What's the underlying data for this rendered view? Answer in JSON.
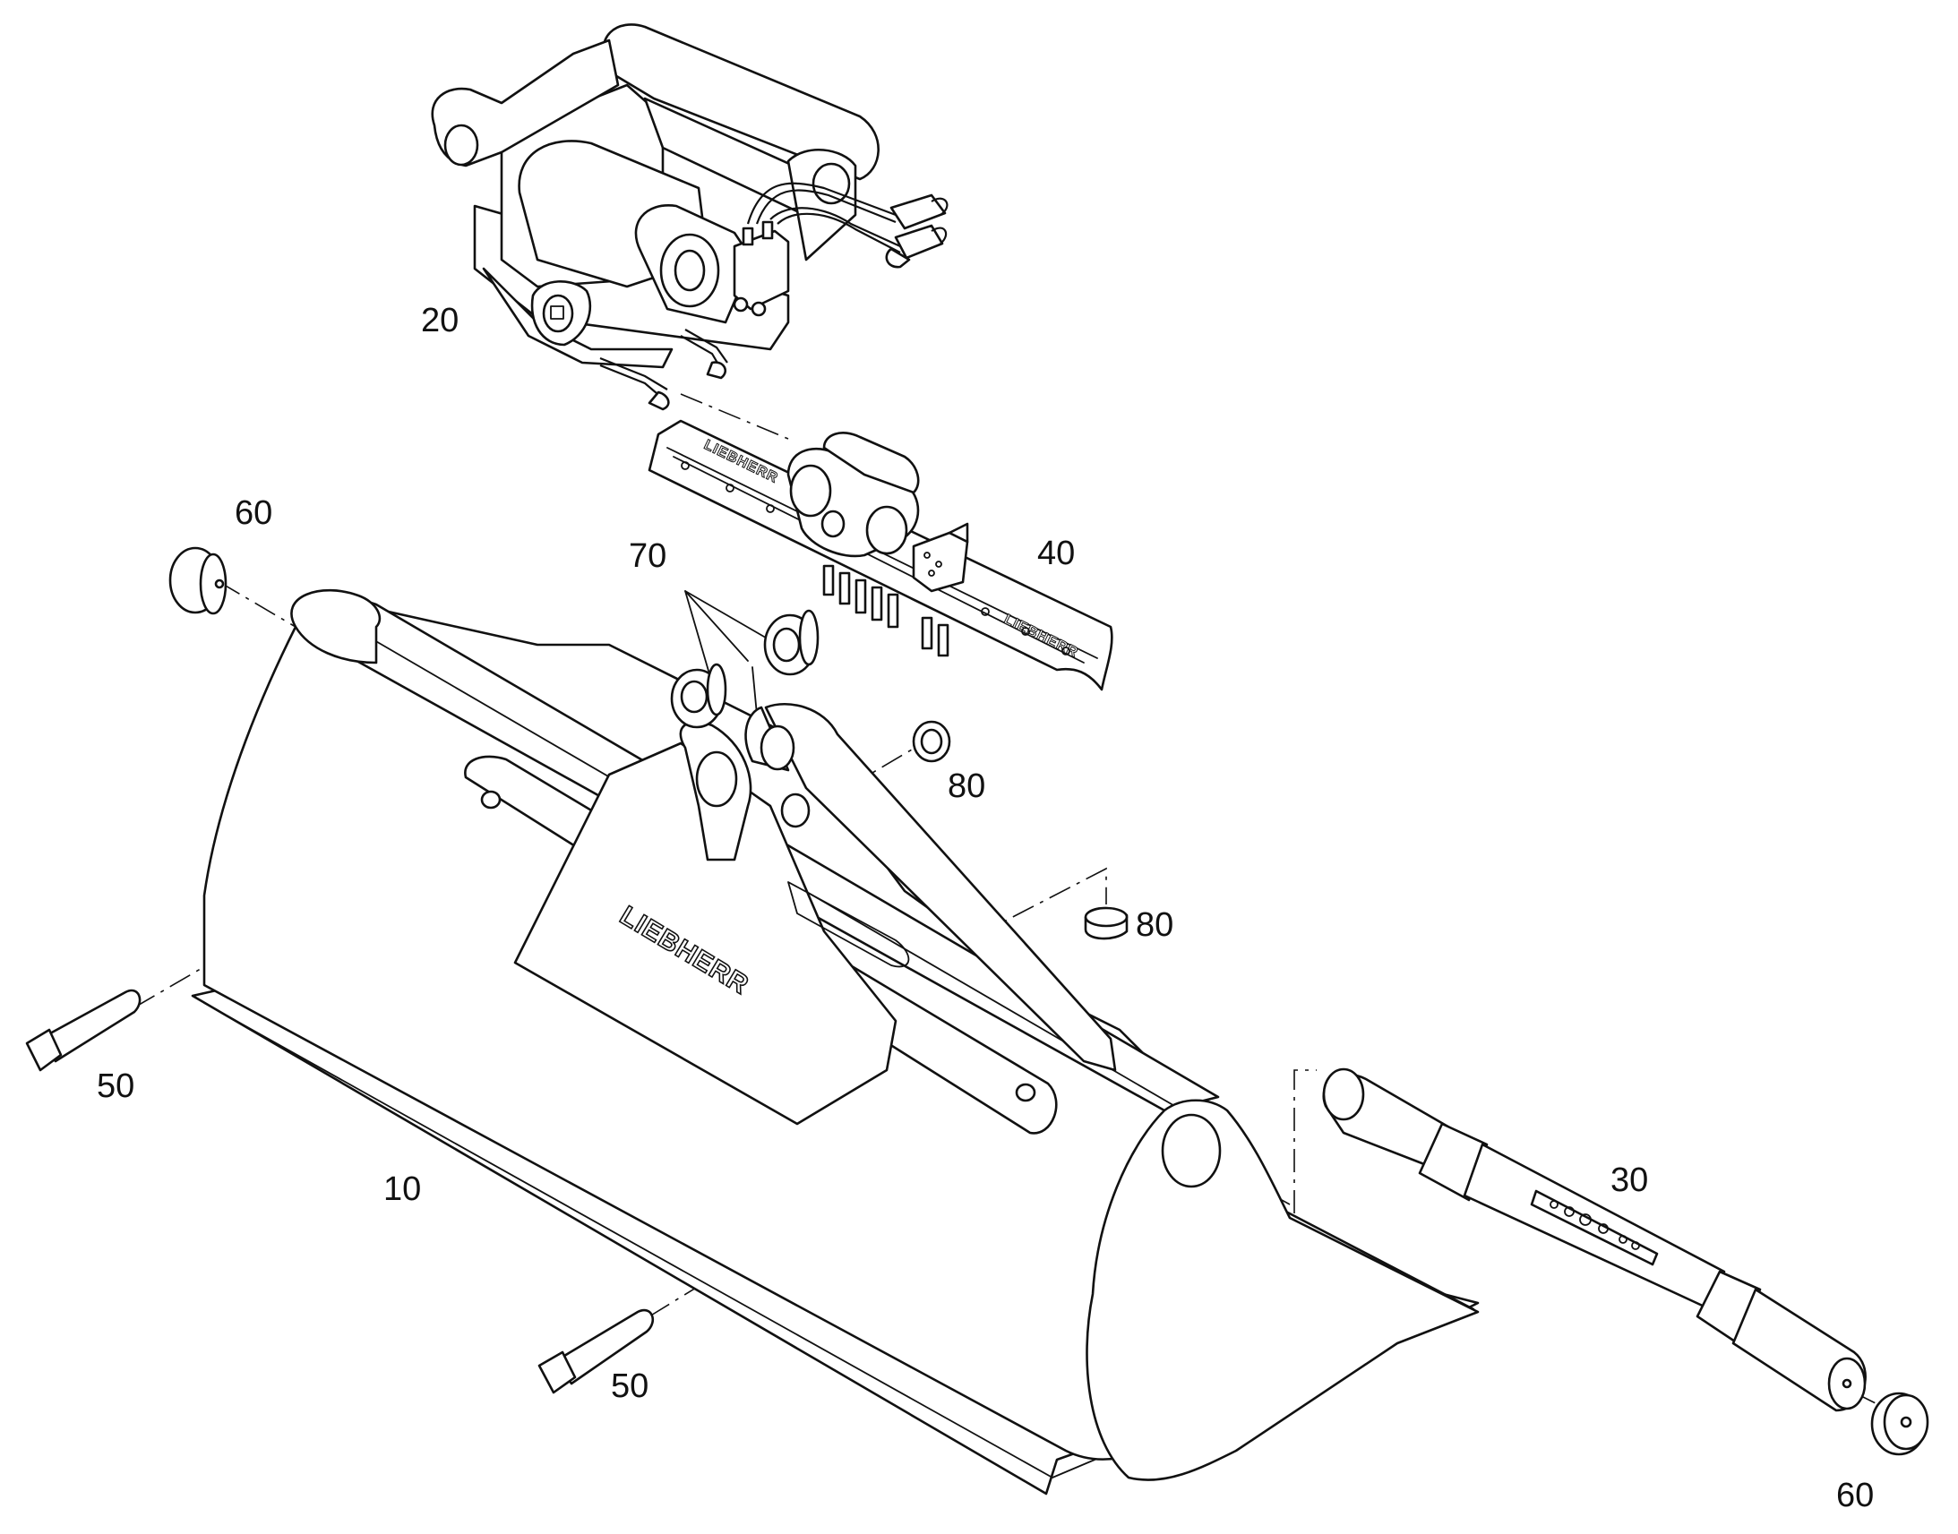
{
  "diagram": {
    "brand_text": "LIEBHERR",
    "callouts": {
      "bucket": "10",
      "quick_coupler": "20",
      "cylinder": "30",
      "adapter": "40",
      "pin_left": "50",
      "pin_right": "50",
      "cap_left": "60",
      "cap_right": "60",
      "washers": "70",
      "bushing_upper": "80",
      "bushing_lower": "80"
    }
  }
}
